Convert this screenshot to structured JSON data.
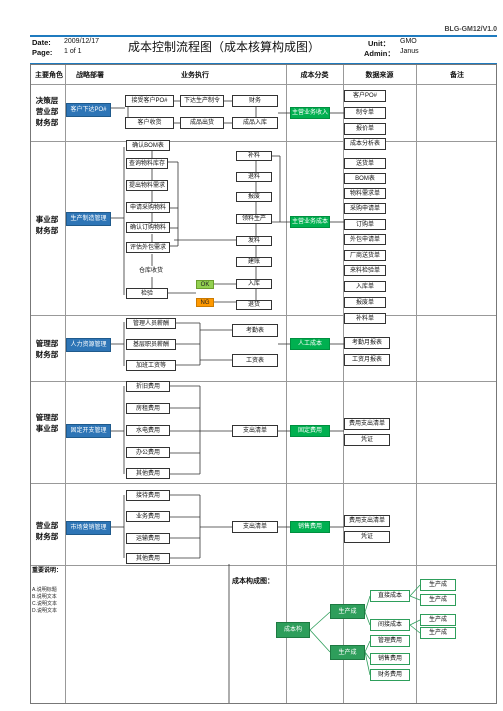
{
  "header": {
    "doc_id": "BLG-GM12/V1.0",
    "date_label": "Date:",
    "date_value": "2009/12/17",
    "page_label": "Page:",
    "page_value": "1 of 1",
    "title": "成本控制流程图（成本核算构成图）",
    "unit_label": "Unit：",
    "unit_value": "GMO",
    "admin_label": "Admin：",
    "admin_value": "Janus"
  },
  "columns": [
    "主要角色",
    "战略部署",
    "业务执行",
    "成本分类",
    "数据来源",
    "备注"
  ],
  "roles": [
    "决策层\n营业部\n财务部",
    "事业部\n财务部",
    "管理部\n财务部",
    "管理部\n事业部",
    "营业部\n财务部"
  ],
  "strategy": [
    "客户下达PO#",
    "生产制造管理",
    "人力资源管理",
    "固定开支管理",
    "市场营销管理"
  ],
  "row1": {
    "a": "接受客户PO#",
    "b": "下达生产制令",
    "c": "财务",
    "d": "客户收货",
    "e": "成品出货",
    "f": "成品入库"
  },
  "row2_left": [
    "确认BOM表",
    "查询物料库存",
    "提出物料需求",
    "申请采购物料",
    "确认订购物料",
    "评估外包需求",
    "仓库收货",
    "检验"
  ],
  "row2_right": [
    "补料",
    "退料",
    "报废",
    "领料生产",
    "发料",
    "建账",
    "入库",
    "退货"
  ],
  "ok": "OK",
  "ng": "NG",
  "row3": [
    "管理人员薪酬",
    "基层职员薪酬",
    "加班工资等",
    "考勤表",
    "工资表"
  ],
  "row4": [
    "折旧费用",
    "房租费用",
    "水电费用",
    "办公费用",
    "其他费用",
    "支出清单"
  ],
  "row5": [
    "接待费用",
    "业务费用",
    "运输费用",
    "其他费用",
    "支出清单"
  ],
  "cost_class": [
    "主营业务收入",
    "主营业务成本",
    "人工成本",
    "固定费用",
    "销售费用"
  ],
  "sources1": [
    "客户PO#",
    "制令单",
    "报价单",
    "成本分析表"
  ],
  "sources2": [
    "送货单",
    "BOM表",
    "物料需求单",
    "采购申请单",
    "订购单",
    "外包申请单",
    "厂商送货单",
    "来料检验单",
    "入库单",
    "报废单",
    "补料单"
  ],
  "sources3": [
    "考勤月报表",
    "工资月报表"
  ],
  "sources4": [
    "费用支出清单",
    "凭证"
  ],
  "sources5": [
    "费用支出清单",
    "凭证"
  ],
  "notes": {
    "title": "重要说明：",
    "lines": [
      "A.说明标题",
      "B.说明文本",
      "C.说明文本",
      "D.说明文本"
    ]
  },
  "composition": {
    "title": "成本构成图：",
    "root": "成本构",
    "mid1": "生产成",
    "mid2": "生产成",
    "direct": "直接成本",
    "indirect": "间接成本",
    "leaf1": "生产成",
    "leaf2": "生产成",
    "leaf3": "生产成",
    "leaf4": "生产成",
    "mgmt": "管理费用",
    "sales": "销售费用",
    "fin": "财务费用"
  }
}
